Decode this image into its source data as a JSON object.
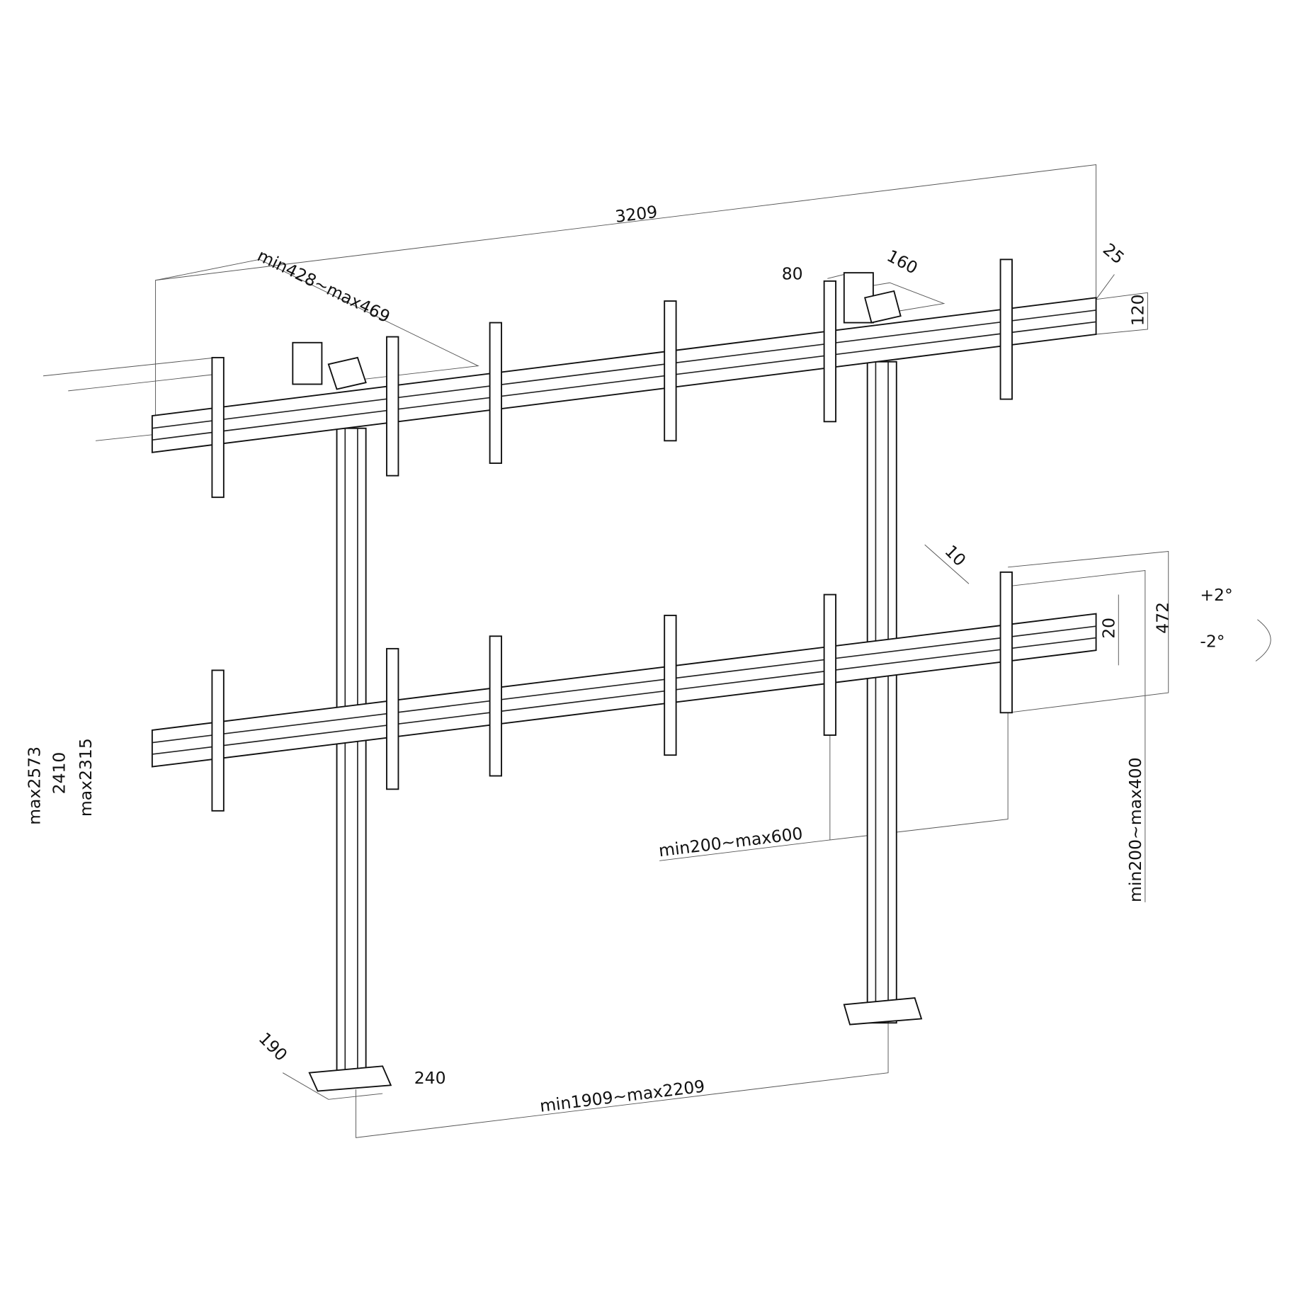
{
  "dimensions": {
    "total_width": "3209",
    "rail_depth": "min428~max469",
    "bracket_offset": "80",
    "bracket_width": "160",
    "rail_thickness": "25",
    "rail_height": "120",
    "gap": "10",
    "tilt_up": "+2°",
    "tilt_down": "-2°",
    "vertical_adjust": "20",
    "plate_height": "472",
    "max_height_total": "max2573",
    "height_2410": "2410",
    "max_height_rail": "max2315",
    "bracket_spacing": "min200~max600",
    "row_spacing": "min200~max400",
    "base_depth": "190",
    "base_width": "240",
    "post_spacing": "min1909~max2209"
  },
  "colors": {
    "line": "#111111",
    "background": "#ffffff"
  }
}
